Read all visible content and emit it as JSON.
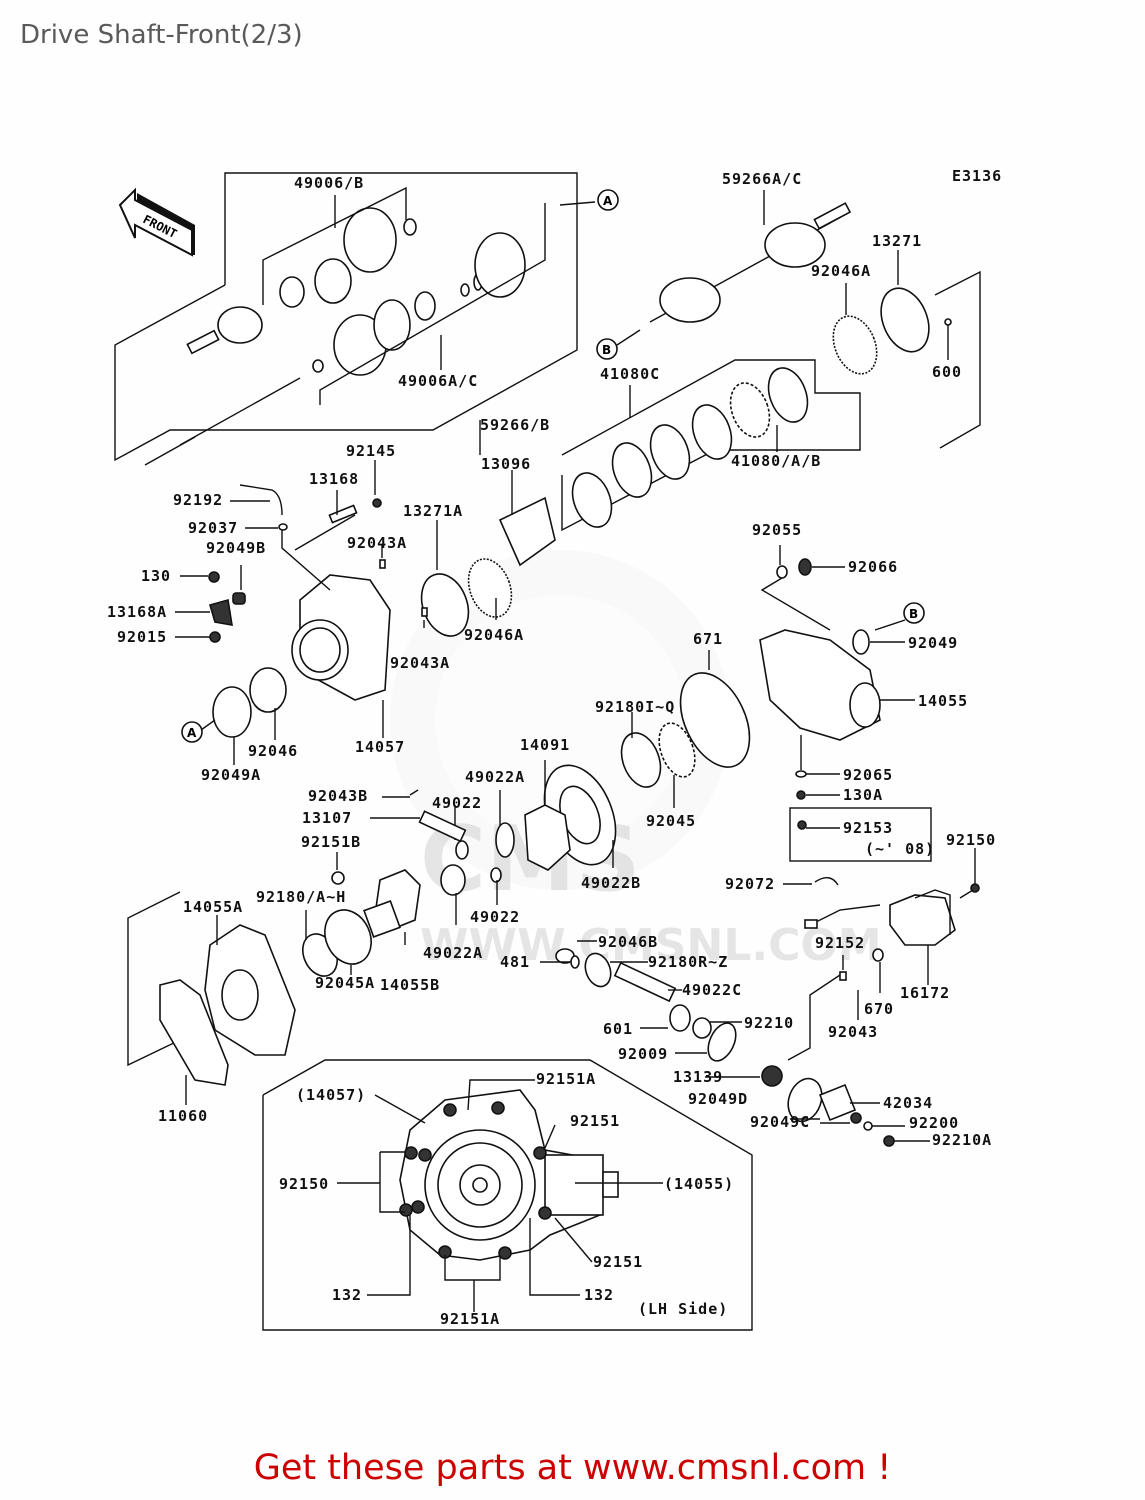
{
  "page": {
    "title": "Drive Shaft-Front(2/3)",
    "footer": "Get these parts at www.cmsnl.com !",
    "diagram_code": "E3136",
    "front_arrow": "FRONT",
    "watermark": "CMS WWW.CMSNL.COM",
    "accent_color": "#cc0000"
  },
  "labels": {
    "l49006B": "49006/B",
    "l49006AC": "49006A/C",
    "l59266B": "59266/B",
    "l59266AC": "59266A/C",
    "l13271": "13271",
    "l92046A_top": "92046A",
    "l600": "600",
    "l41080C": "41080C",
    "l41080AB": "41080/A/B",
    "l92145": "92145",
    "l13168": "13168",
    "l13096": "13096",
    "l92192": "92192",
    "l92037": "92037",
    "l13271A": "13271A",
    "l92049B": "92049B",
    "l92043A_1": "92043A",
    "l130": "130",
    "l13168A": "13168A",
    "l92015": "92015",
    "l92046A_mid": "92046A",
    "l92043A_2": "92043A",
    "l92046": "92046",
    "l14057": "14057",
    "l92049A": "92049A",
    "l92055": "92055",
    "l92066": "92066",
    "l92049": "92049",
    "l671": "671",
    "l14055": "14055",
    "l92180IQ": "92180I~Q",
    "l14091": "14091",
    "l92045": "92045",
    "l92065": "92065",
    "l130A": "130A",
    "l92153": "92153",
    "l92153note": "(~' 08)",
    "l92150_r": "92150",
    "l92043B": "92043B",
    "l49022_1": "49022",
    "l49022A_1": "49022A",
    "l13107": "13107",
    "l92151B": "92151B",
    "l49022B": "49022B",
    "l92072": "92072",
    "l14055A": "14055A",
    "l92180AH": "92180/A~H",
    "l49022_2": "49022",
    "l49022A_2": "49022A",
    "l14055B": "14055B",
    "l92045A": "92045A",
    "l92046B": "92046B",
    "l481": "481",
    "l92180RZ": "92180R~Z",
    "l49022C": "49022C",
    "l92152": "92152",
    "l670": "670",
    "l16172": "16172",
    "l92043": "92043",
    "l601": "601",
    "l92210": "92210",
    "l92009": "92009",
    "l13139": "13139",
    "l92049D": "92049D",
    "l42034": "42034",
    "l92049C": "92049C",
    "l92200": "92200",
    "l92210A": "92210A",
    "l11060": "11060",
    "l14057p": "(14057)",
    "l92151A_top": "92151A",
    "l92151_1": "92151",
    "l92150_inset": "92150",
    "l14055p": "(14055)",
    "l92151_2": "92151",
    "l132_l": "132",
    "l132_r": "132",
    "l92151A_bot": "92151A",
    "lLHside": "(LH Side)",
    "refA": "A",
    "refB": "B"
  }
}
